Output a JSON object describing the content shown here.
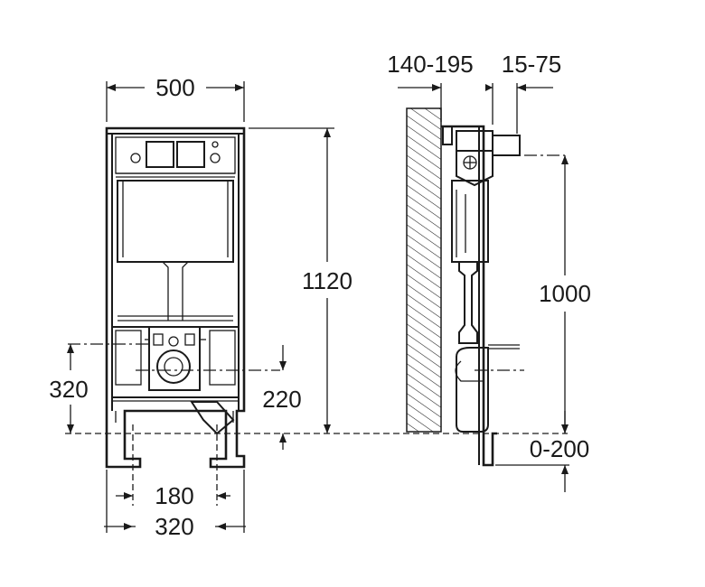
{
  "dimensions": {
    "frame_width": "500",
    "frame_height": "1120",
    "outlet_height": "320",
    "outlet_offset": "220",
    "foot_inner": "180",
    "foot_outer": "320",
    "wall_distance": "140-195",
    "pipe_offset": "15-75",
    "flush_height": "1000",
    "floor_adjust": "0-200"
  }
}
